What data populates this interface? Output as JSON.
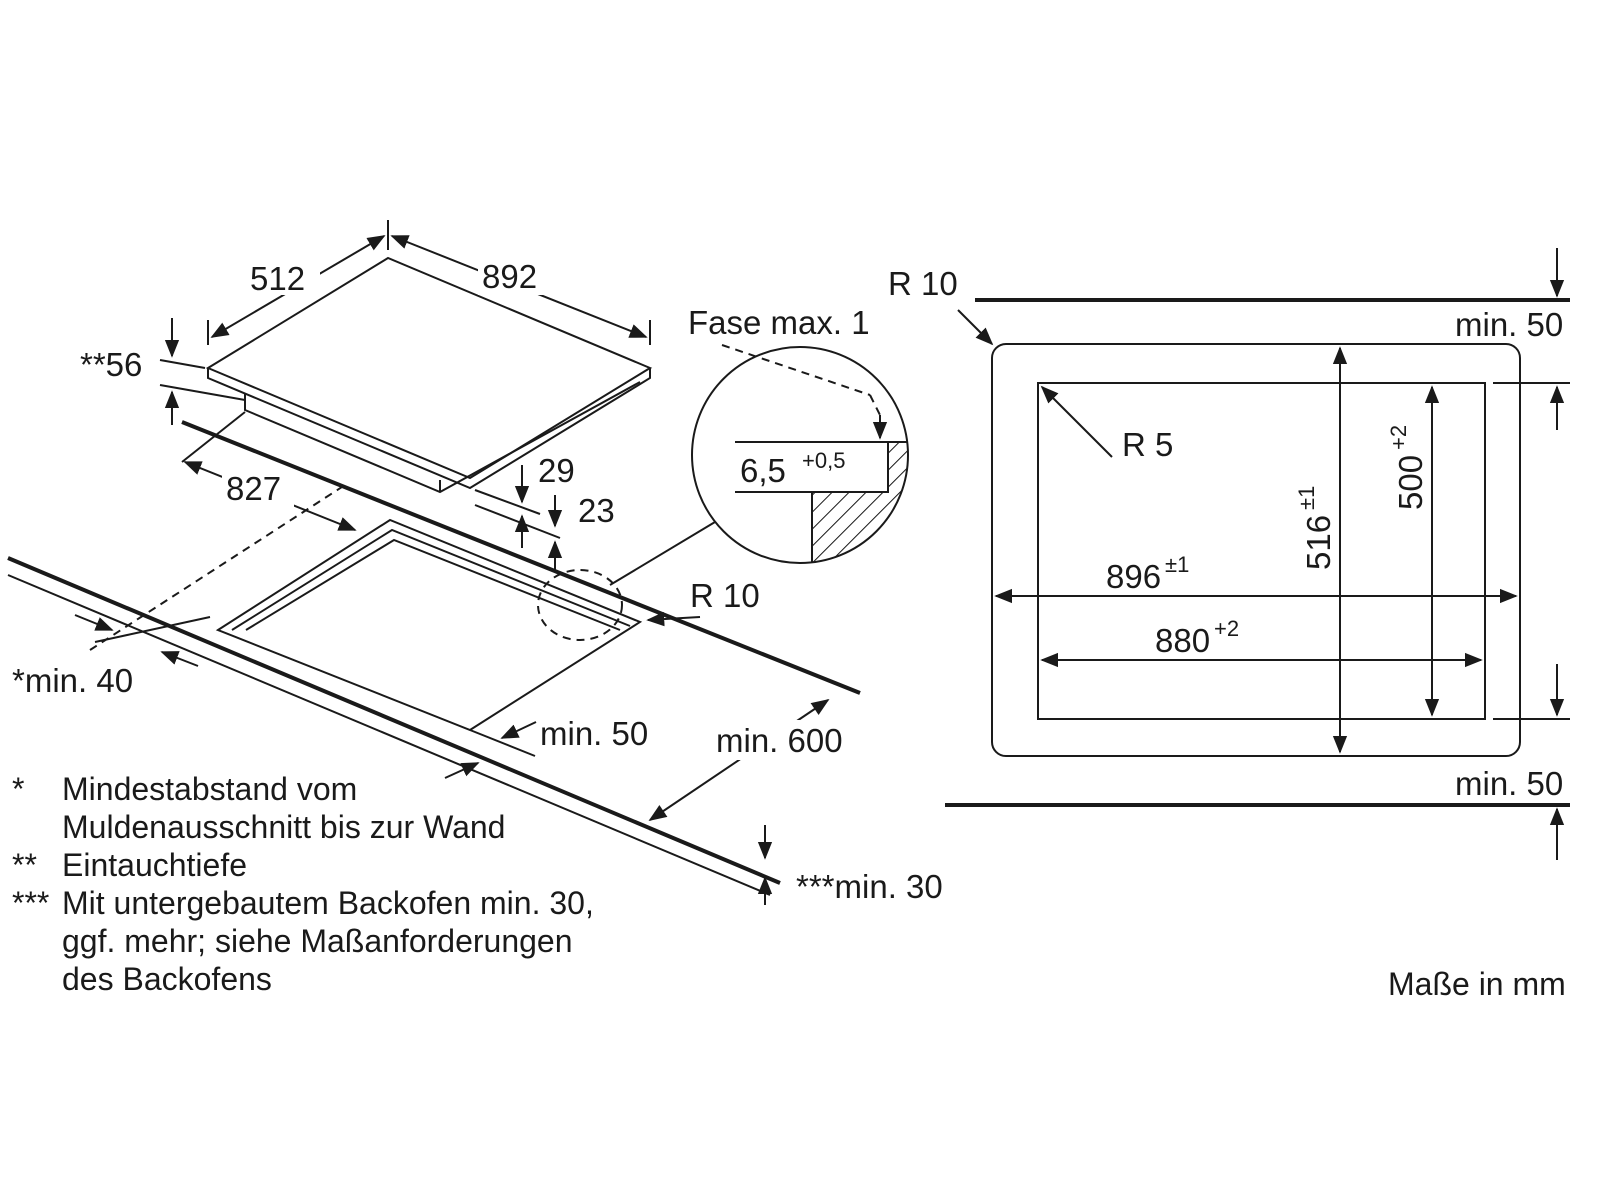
{
  "iso": {
    "width": "892",
    "depth": "512",
    "immersion": "**56",
    "cutout_width": "827",
    "edge_29": "29",
    "edge_23": "23",
    "min_40": "*min. 40",
    "r10": "R 10",
    "min_50": "min. 50",
    "min_600": "min. 600",
    "min_30": "***min. 30"
  },
  "detail": {
    "fase": "Fase max. 1",
    "dim": "6,5",
    "tol": "+0,5"
  },
  "plan": {
    "r10": "R 10",
    "r5": "R 5",
    "min_50_top": "min. 50",
    "min_50_bottom": "min. 50",
    "w_outer": "896",
    "w_outer_tol": "±1",
    "w_inner": "880",
    "w_inner_tol": "+2",
    "h_outer": "516",
    "h_outer_tol": "±1",
    "h_inner": "500",
    "h_inner_tol": "+2"
  },
  "notes": [
    {
      "mark": "*",
      "lines": [
        "Mindestabstand vom",
        "Muldenausschnitt bis zur Wand"
      ]
    },
    {
      "mark": "**",
      "lines": [
        "Eintauchtiefe"
      ]
    },
    {
      "mark": "***",
      "lines": [
        "Mit untergebautem Backofen min. 30,",
        "ggf. mehr; siehe Maßanforderungen",
        "des Backofens"
      ]
    }
  ],
  "units": "Maße in mm"
}
